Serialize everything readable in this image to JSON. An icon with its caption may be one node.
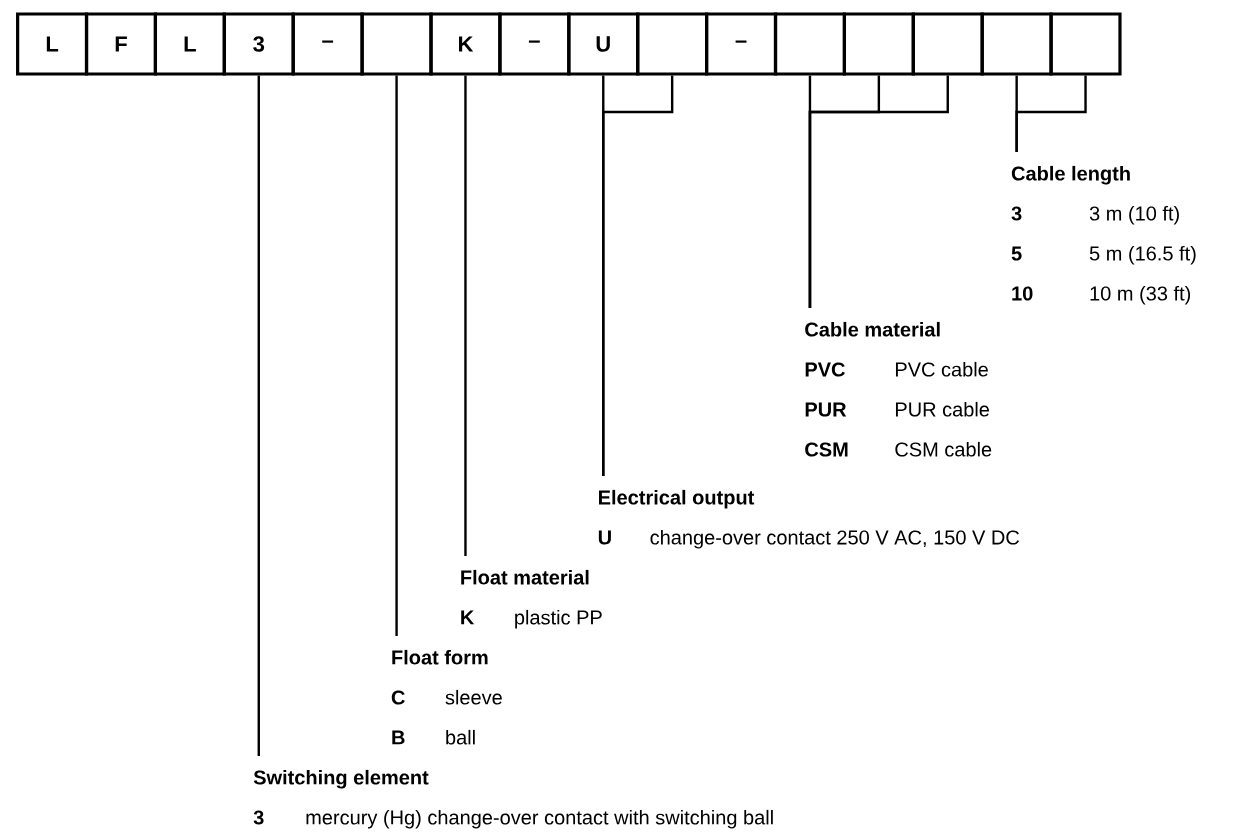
{
  "diagram": {
    "nodes": [
      {
        "text": [
          "L"
        ]
      },
      {
        "text": [
          "F"
        ]
      },
      {
        "text": [
          "L"
        ]
      },
      {
        "text": [
          "3"
        ]
      },
      {
        "text": [
          "–"
        ]
      },
      {
        "text": [],
        "shape": "box"
      },
      {
        "text": [
          "K"
        ]
      },
      {
        "text": [
          "–"
        ]
      },
      {
        "text": [
          "U"
        ]
      },
      {
        "text": [],
        "shape": "box"
      },
      {
        "text": [
          "–"
        ]
      },
      {
        "text": [],
        "shape": "box"
      },
      {
        "text": [],
        "shape": "box"
      },
      {
        "text": [],
        "shape": "box"
      },
      {
        "text": [],
        "shape": "box"
      },
      {
        "text": [],
        "shape": "box"
      },
      {
        "text": [
          "Cable length",
          "3",
          "3 m (10 ft)",
          "5",
          "5 m (16.5 ft)",
          "10",
          "10 m (33 ft)"
        ]
      },
      {
        "text": [
          "Cable material",
          "PVC",
          "PVC cable",
          "PUR",
          "PUR cable",
          "CSM",
          "CSM cable"
        ]
      },
      {
        "text": [
          "Electrical output",
          "U",
          "change-over contact 250 V AC, 150 V DC"
        ]
      },
      {
        "text": [
          "Float material",
          "K",
          "plastic PP"
        ]
      },
      {
        "text": [
          "Float form",
          "C",
          "sleeve",
          "B",
          "ball"
        ]
      },
      {
        "text": [
          "Switching element",
          "3",
          "mercury (Hg) change-over contact with switching ball"
        ]
      }
    ],
    "edges": [
      {
        "from": 3,
        "to": 21,
        "arrow": "none"
      },
      {
        "from": 5,
        "to": 20,
        "arrow": "none"
      },
      {
        "from": 6,
        "to": 19,
        "arrow": "none"
      },
      {
        "from": 8,
        "to": 18,
        "arrow": "none"
      },
      {
        "from": 9,
        "to": 18,
        "arrow": "none"
      },
      {
        "from": 11,
        "to": 17,
        "arrow": "none"
      },
      {
        "from": 12,
        "to": 17,
        "arrow": "none"
      },
      {
        "from": 13,
        "to": 17,
        "arrow": "none"
      },
      {
        "from": 14,
        "to": 16,
        "arrow": "none"
      },
      {
        "from": 15,
        "to": 16,
        "arrow": "none"
      }
    ]
  }
}
